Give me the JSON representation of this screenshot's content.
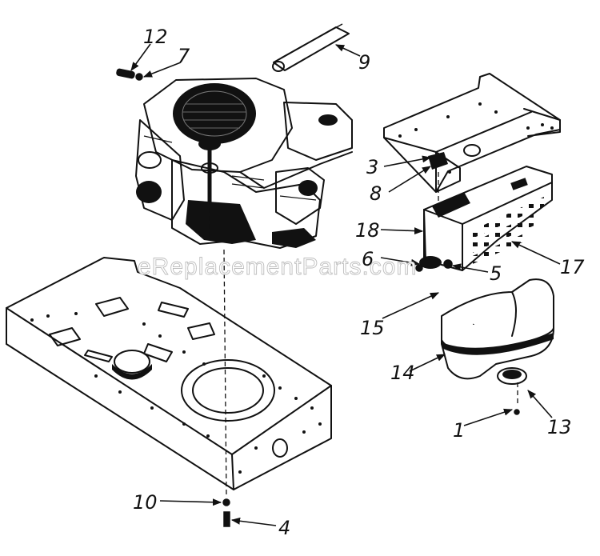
{
  "watermark": "eReplacementParts.com",
  "callouts": {
    "c1": "1",
    "c3": "3",
    "c4": "4",
    "c5": "5",
    "c6": "6",
    "c7": "7",
    "c8": "8",
    "c9": "9",
    "c10": "10",
    "c12": "12",
    "c13": "13",
    "c14": "14",
    "c15": "15",
    "c17": "17",
    "c18": "18"
  }
}
